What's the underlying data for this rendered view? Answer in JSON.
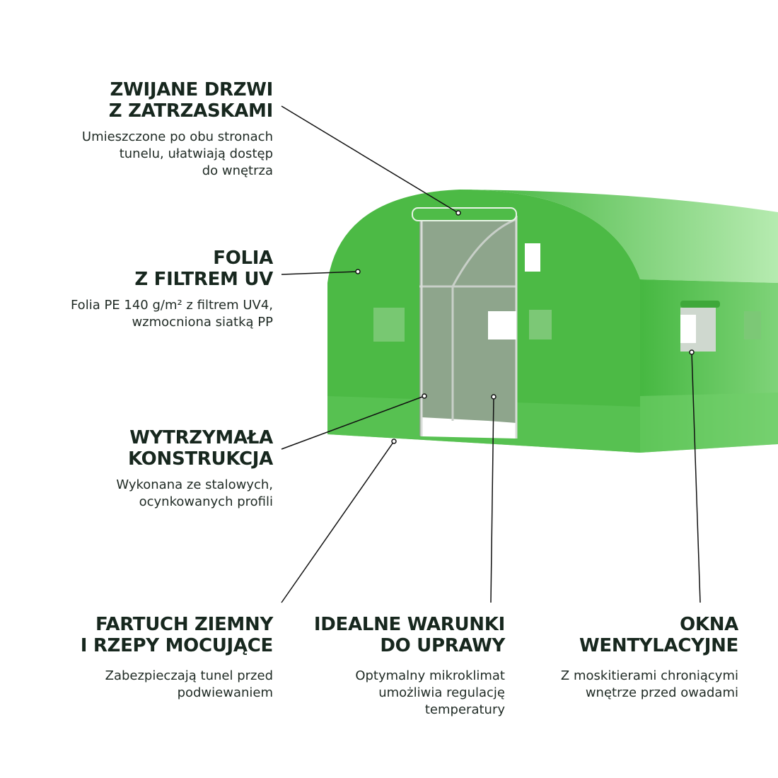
{
  "features": [
    {
      "title": [
        "ZWIJANE DRZWI",
        "Z ZATRZASKAMI"
      ],
      "description": [
        "Umieszczone po obu stronach",
        "tunelu, ułatwiają dostęp",
        "do wnętrza"
      ]
    },
    {
      "title": [
        "FOLIA",
        "Z FILTREM UV"
      ],
      "description": [
        "Folia PE 140 g/m² z filtrem UV4,",
        "wzmocniona siatką PP"
      ]
    },
    {
      "title": [
        "WYTRZYMAŁA",
        "KONSTRUKCJA"
      ],
      "description": [
        "Wykonana ze stalowych,",
        "ocynkowanych profili"
      ]
    },
    {
      "title": [
        "FARTUCH ZIEMNY",
        "I RZEPY MOCUJĄCE"
      ],
      "description": [
        "Zabezpieczają tunel przed",
        "podwiewaniem"
      ]
    },
    {
      "title": [
        "IDEALNE WARUNKI",
        "DO UPRAWY"
      ],
      "description": [
        "Optymalny mikroklimat",
        "umożliwia regulację",
        "temperatury"
      ]
    },
    {
      "title": [
        "OKNA",
        "WENTYLACYJNE"
      ],
      "description": [
        "Z moskitierami chroniącymi",
        "wnętrze przed owadami"
      ]
    }
  ],
  "colors": {
    "text": "#17271e",
    "tunnel_green": "#4cba45",
    "tunnel_light": "#8fd98a",
    "leader_line": "#111111"
  }
}
